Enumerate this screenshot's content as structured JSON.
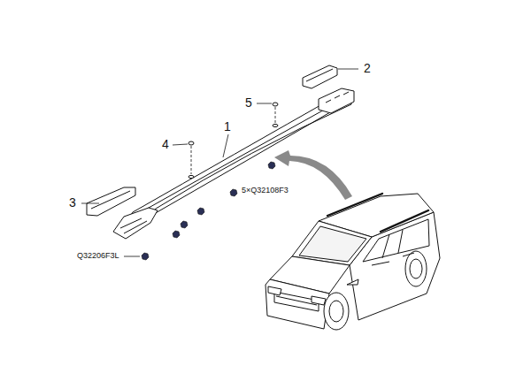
{
  "diagram": {
    "labels": [
      "1",
      "2",
      "3",
      "4",
      "5",
      "5×Q32108F3",
      "Q32206F3L"
    ]
  }
}
